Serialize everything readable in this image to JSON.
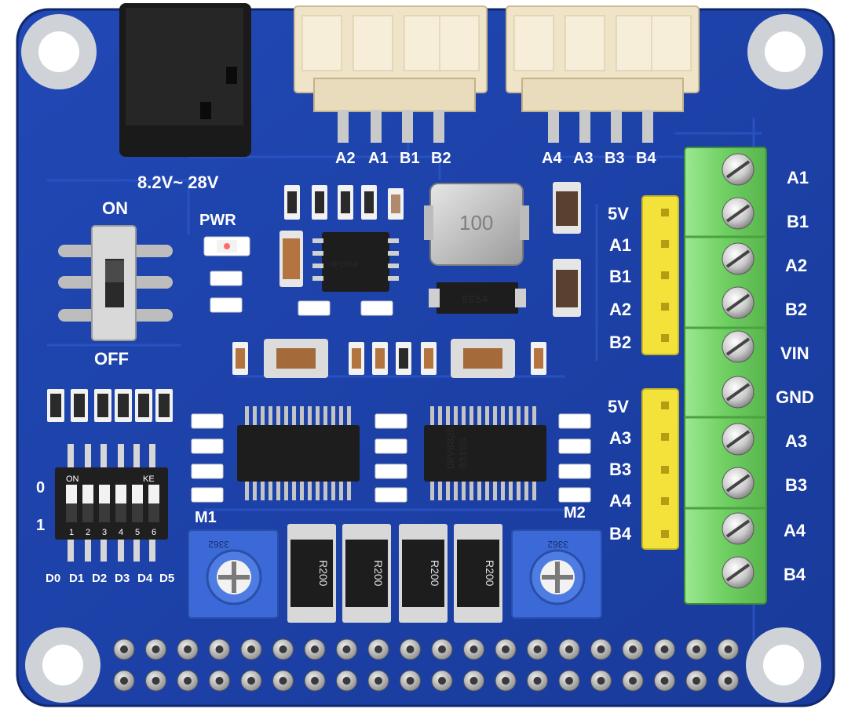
{
  "colors": {
    "pcb": "#1c3fa6",
    "pcb_edge": "#14307f",
    "silkscreen": "#ffffff",
    "terminal_block": "#7bd66e",
    "header_yellow": "#f2e23a",
    "connector_cream": "#f1e6cc",
    "potentiometer": "#3568d6",
    "ic_black": "#1d1d1d"
  },
  "labels": {
    "voltage": "8.2V~ 28V",
    "switch_on": "ON",
    "switch_off": "OFF",
    "pwr": "PWR",
    "m1": "M1",
    "m2": "M2",
    "dip_zero": "0",
    "dip_one": "1",
    "dip_on": "ON",
    "dip_ke": "KE",
    "dip_numbers": [
      "1",
      "2",
      "3",
      "4",
      "5",
      "6"
    ],
    "dip_data": [
      "D0",
      "D1",
      "D2",
      "D3",
      "D4",
      "D5"
    ],
    "connector_top_left": [
      "A2",
      "A1",
      "B1",
      "B2"
    ],
    "connector_top_right": [
      "A4",
      "A3",
      "B3",
      "B4"
    ],
    "header_upper": [
      "5V",
      "A1",
      "B1",
      "A2",
      "B2"
    ],
    "header_lower": [
      "5V",
      "A3",
      "B3",
      "A4",
      "B4"
    ],
    "terminal": [
      "A1",
      "B1",
      "A2",
      "B2",
      "VIN",
      "GND",
      "A3",
      "B3",
      "A4",
      "B4"
    ]
  },
  "chips": {
    "driver": "DRV8825",
    "driver_code": "631G5",
    "inductor": "100",
    "diode": "SS54",
    "shunt": "R200",
    "pot": "3362",
    "regulator": "MP1584"
  }
}
